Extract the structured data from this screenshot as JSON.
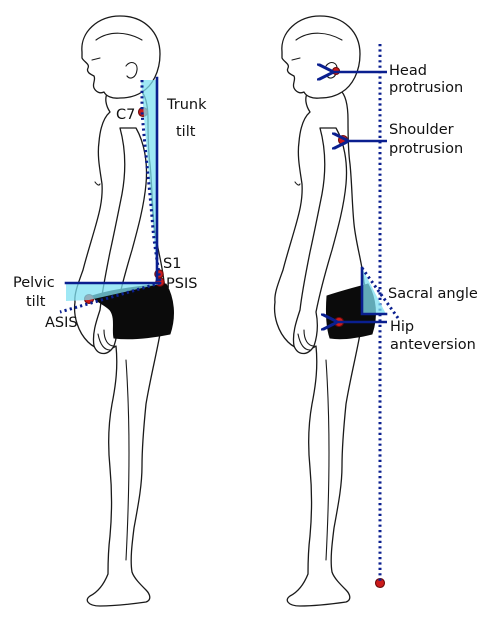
{
  "left_figure": {
    "labels": {
      "c7": "C7",
      "trunk_tilt_line1": "Trunk",
      "trunk_tilt_line2": "tilt",
      "s1": "S1",
      "psis": "PSIS",
      "pelvic_tilt_line1": "Pelvic",
      "pelvic_tilt_line2": "tilt",
      "asis": "ASIS"
    }
  },
  "right_figure": {
    "labels": {
      "head_protrusion_line1": "Head",
      "head_protrusion_line2": "protrusion",
      "shoulder_protrusion_line1": "Shoulder",
      "shoulder_protrusion_line2": "protrusion",
      "sacral_angle": "Sacral angle",
      "hip_anteversion_line1": "Hip",
      "hip_anteversion_line2": "anteversion"
    }
  },
  "colors": {
    "line_blue": "#0a1f8f",
    "angle_fill_cyan": "#7fe0f2",
    "landmark_red": "#cc1b1b",
    "shorts_black": "#0b0b0b"
  }
}
